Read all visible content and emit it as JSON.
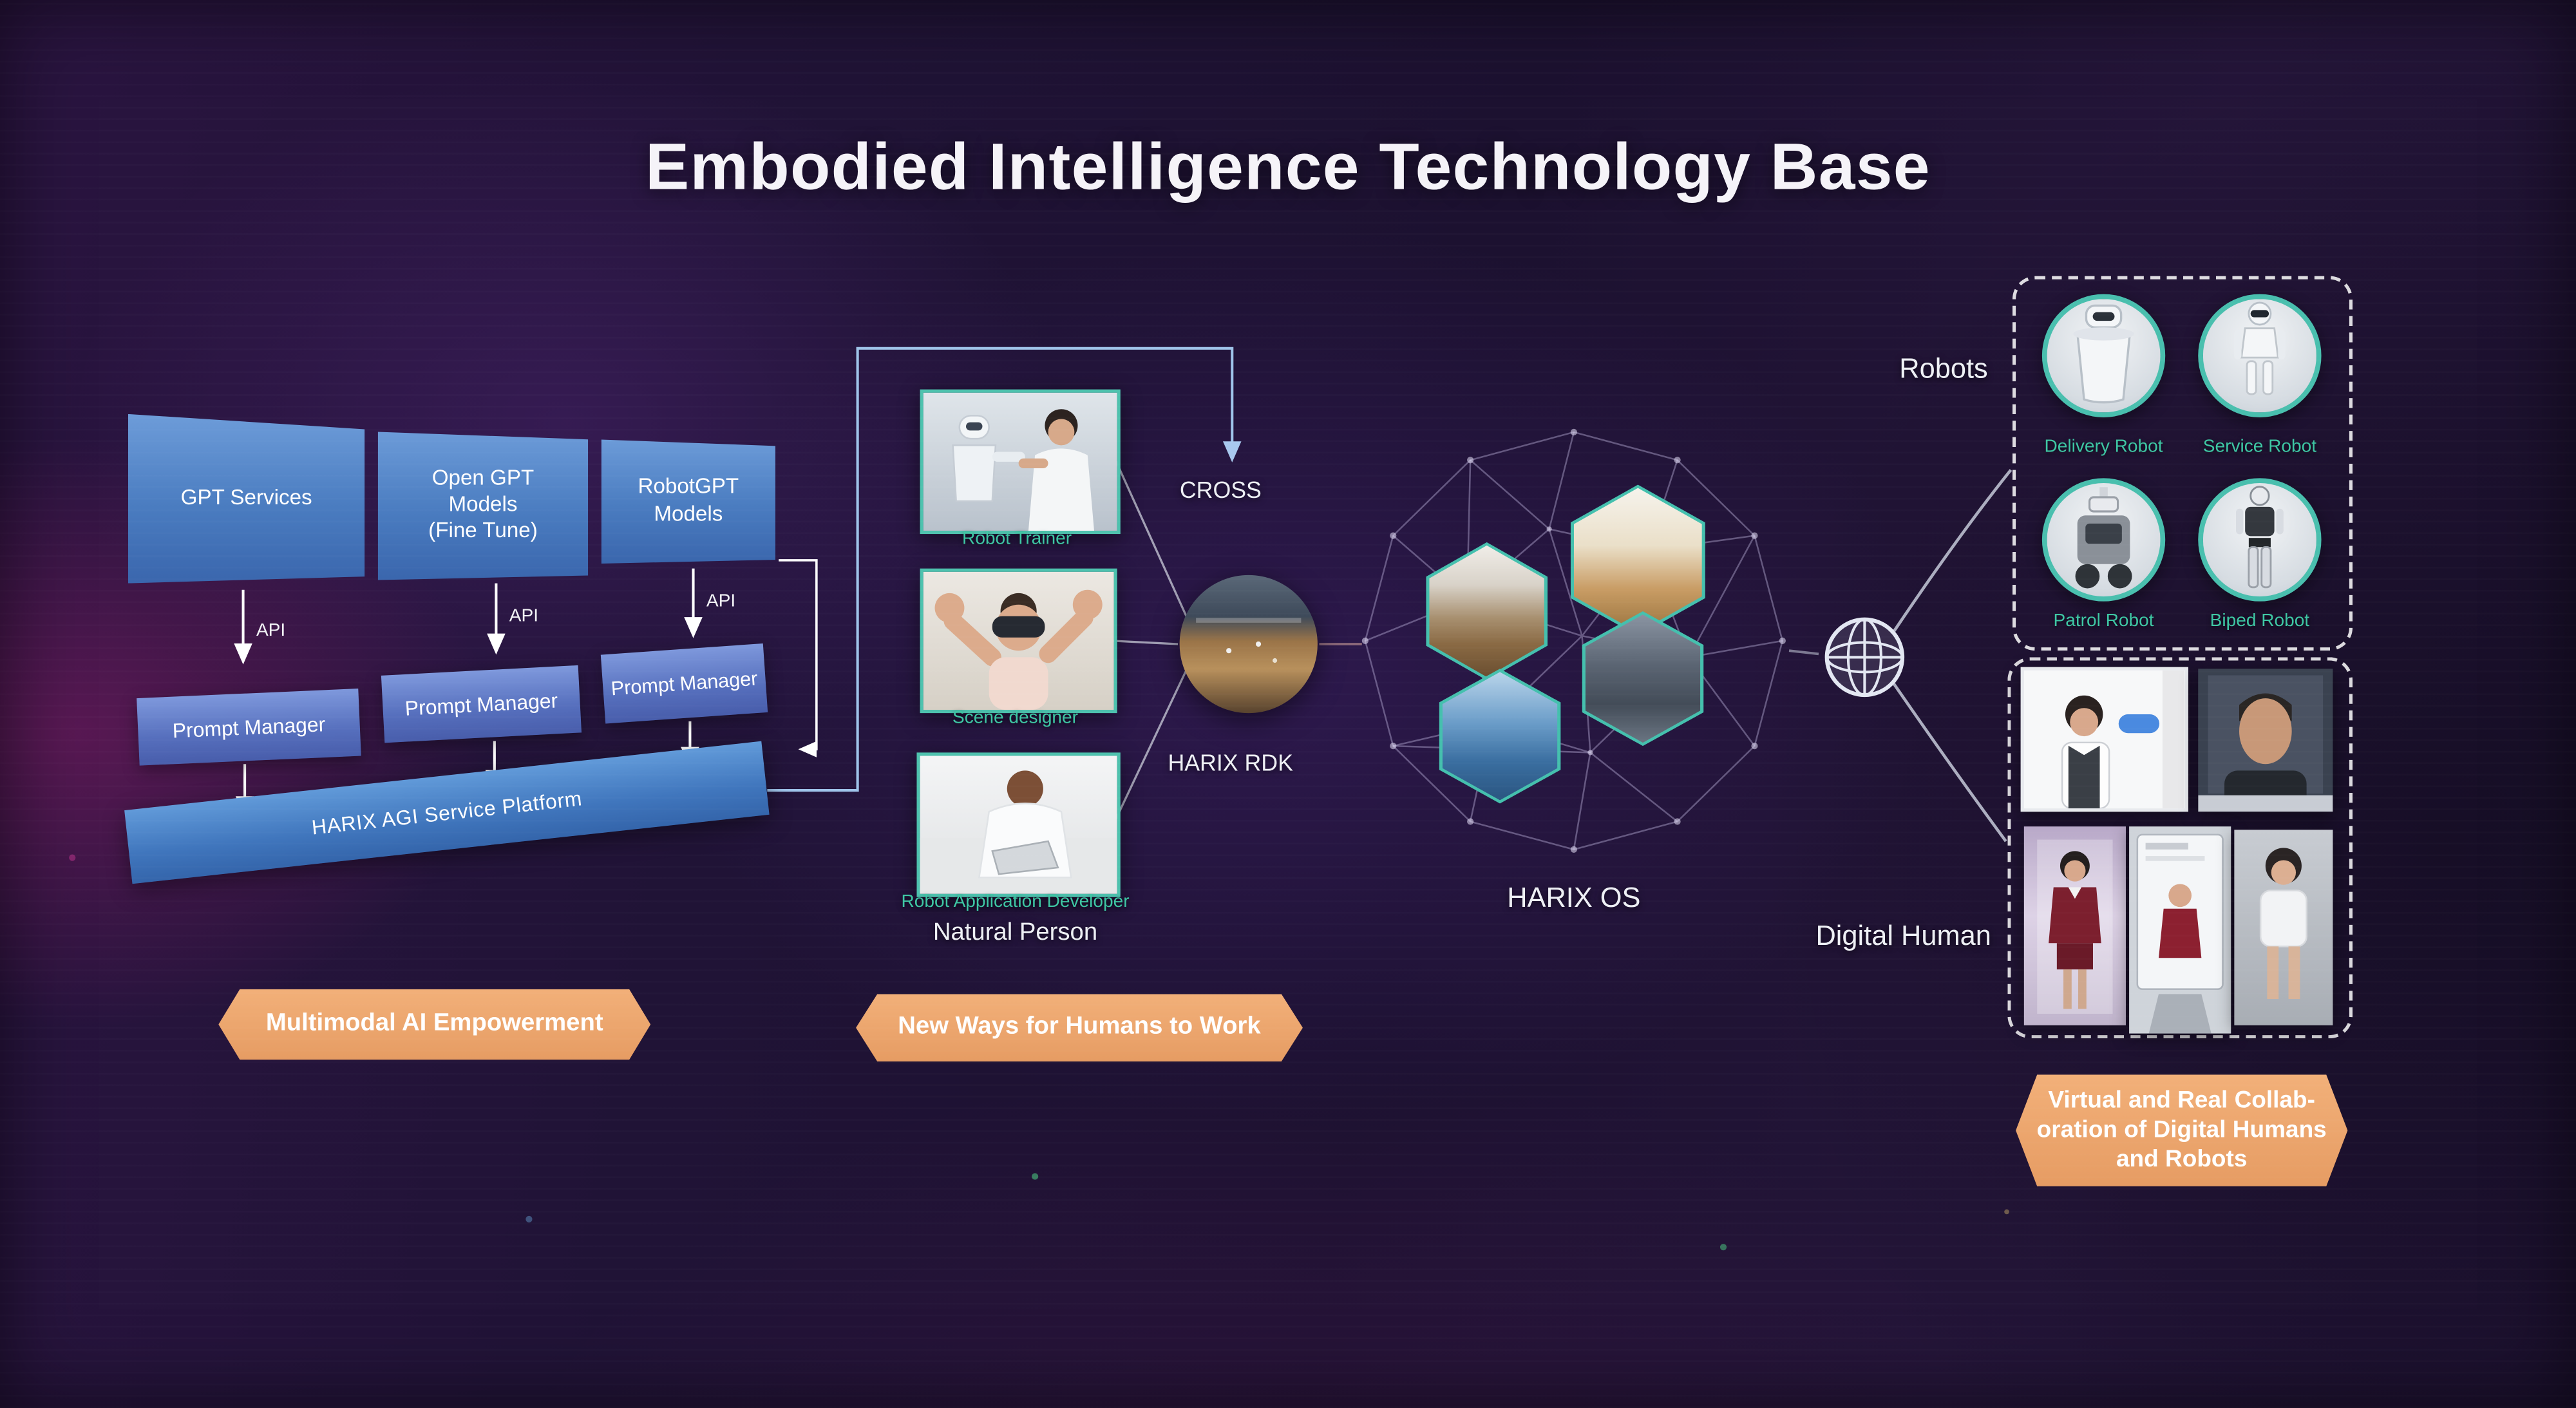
{
  "title": "Embodied Intelligence Technology Base",
  "colors": {
    "accent_teal": "#45c0ae",
    "accent_orange": "#e8a36c",
    "box_blue": "#4a7cc0",
    "background": "#1d1233"
  },
  "ai_stack": {
    "gpt_boxes": [
      {
        "label": "GPT Services"
      },
      {
        "label": "Open GPT\nModels\n(Fine Tune)"
      },
      {
        "label": "RobotGPT\nModels"
      }
    ],
    "api_labels": [
      "API",
      "API",
      "API"
    ],
    "prompt_managers": [
      {
        "label": "Prompt Manager"
      },
      {
        "label": "Prompt Manager"
      },
      {
        "label": "Prompt Manager"
      }
    ],
    "platform_label": "HARIX AGI Service Platform",
    "banner": "Multimodal AI Empowerment"
  },
  "humans": {
    "photos": [
      {
        "caption": "Robot Trainer"
      },
      {
        "caption": "Scene designer"
      },
      {
        "caption": "Robot Application Developer"
      }
    ],
    "group_label": "Natural Person",
    "banner": "New Ways for Humans to Work"
  },
  "middleware": {
    "cross_label": "CROSS",
    "rdk_label": "HARIX RDK",
    "os_label": "HARIX OS"
  },
  "robots": {
    "group_label": "Robots",
    "items": [
      {
        "caption": "Delivery Robot"
      },
      {
        "caption": "Service Robot"
      },
      {
        "caption": "Patrol Robot"
      },
      {
        "caption": "Biped Robot"
      }
    ]
  },
  "digital_human": {
    "group_label": "Digital Human",
    "banner": "Virtual and Real Collab-\noration of Digital Humans\nand Robots"
  }
}
